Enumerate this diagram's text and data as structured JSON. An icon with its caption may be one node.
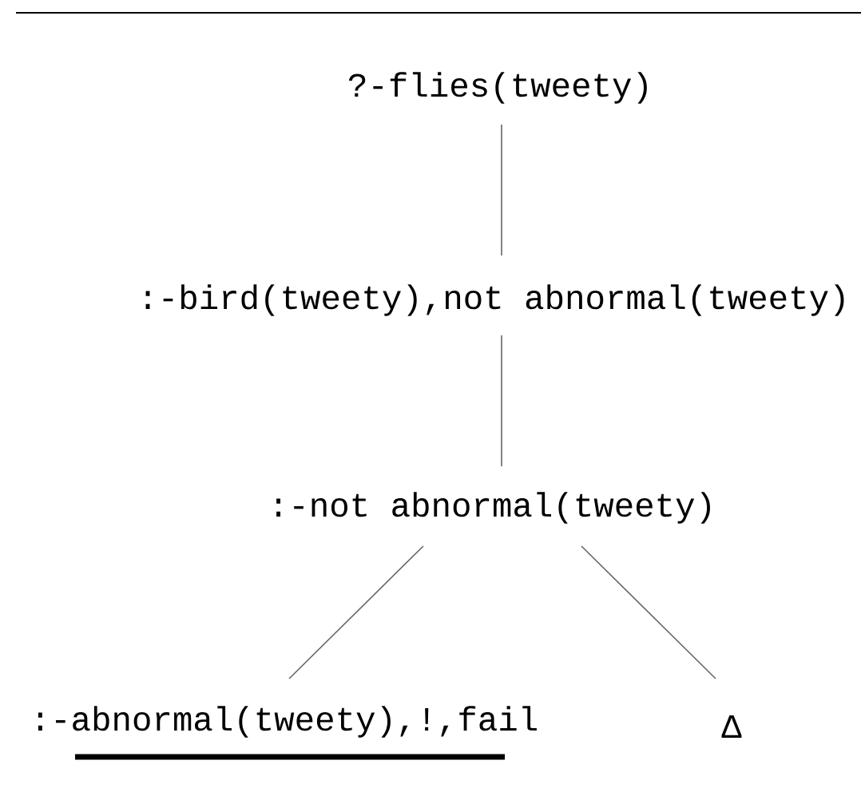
{
  "diagram": {
    "nodes": [
      {
        "text": [
          "?-flies(tweety)"
        ]
      },
      {
        "text": [
          ":-bird(tweety),not abnormal(tweety)"
        ]
      },
      {
        "text": [
          ":-not abnormal(tweety)"
        ]
      },
      {
        "text": [
          ":-abnormal(tweety),!,fail"
        ]
      },
      {
        "text": [
          "Δ"
        ]
      }
    ],
    "edges": [
      {
        "from": 0,
        "to": 1,
        "arrow": "none"
      },
      {
        "from": 1,
        "to": 2,
        "arrow": "none"
      },
      {
        "from": 2,
        "to": 3,
        "arrow": "none"
      },
      {
        "from": 2,
        "to": 4,
        "arrow": "none"
      }
    ]
  }
}
